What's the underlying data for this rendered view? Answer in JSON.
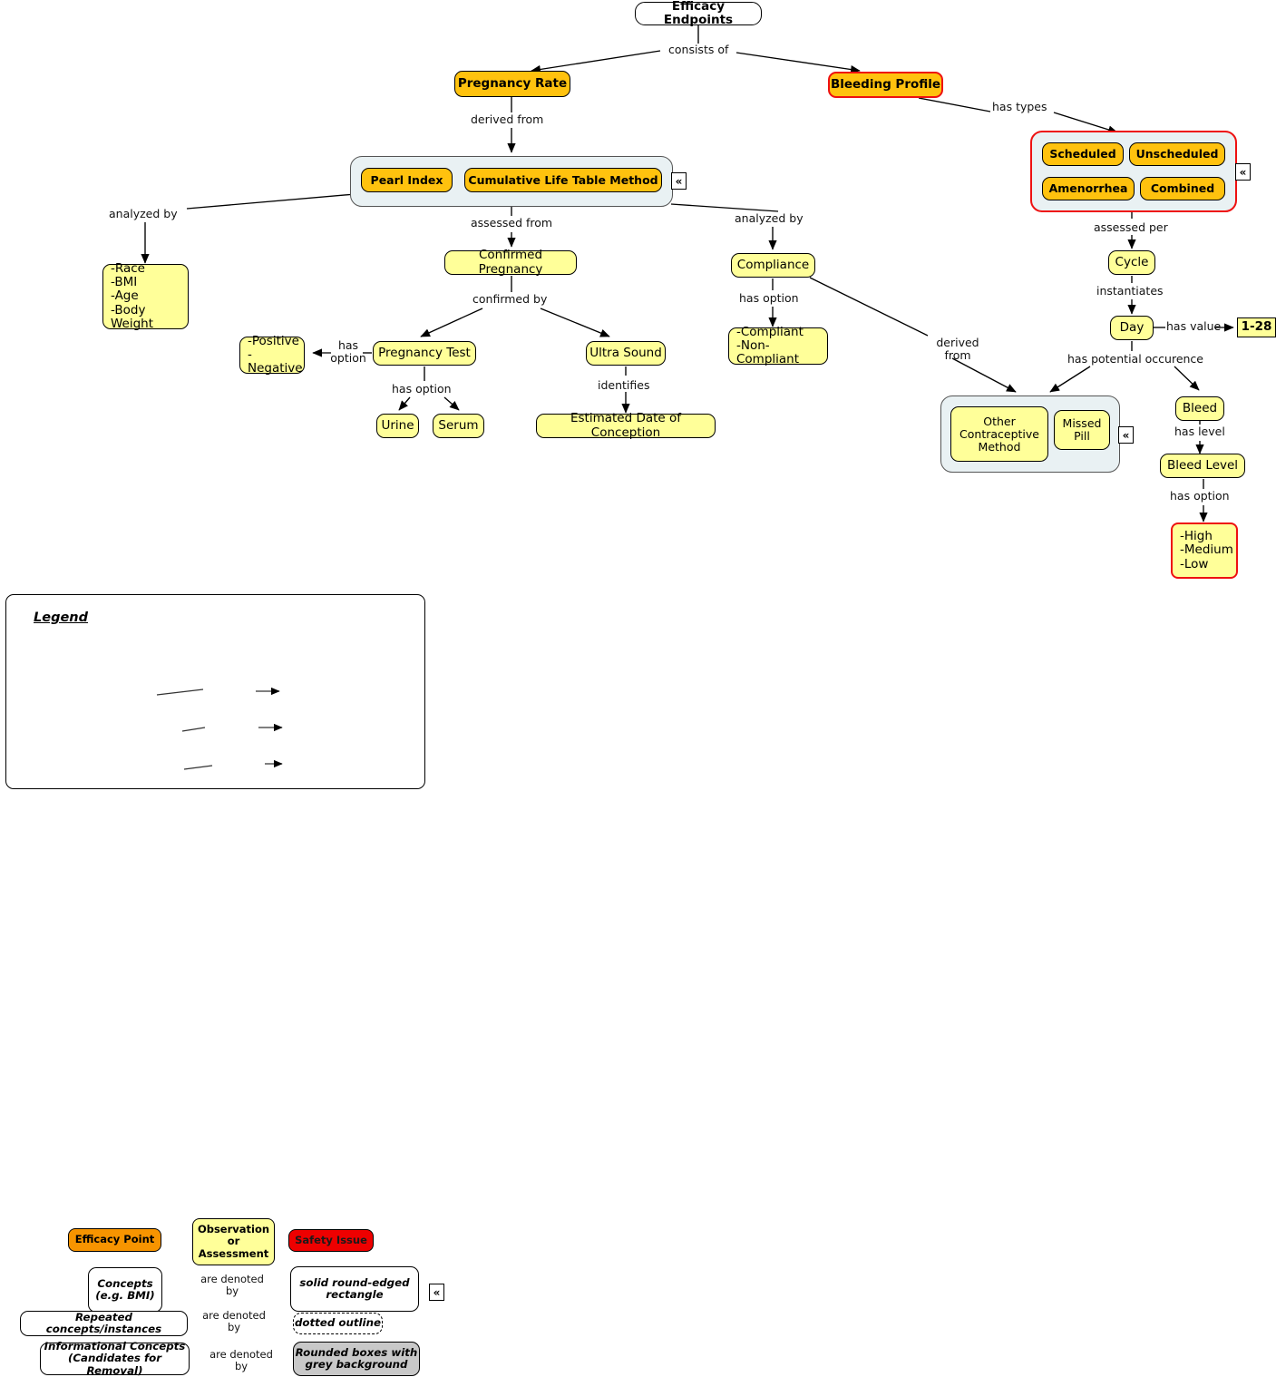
{
  "diagram": {
    "title": "Efficacy Endpoints",
    "type": "concept-map"
  },
  "nodes": {
    "root": {
      "label": "Efficacy Endpoints"
    },
    "pregnancy_rate": {
      "label": "Pregnancy Rate"
    },
    "bleeding_profile": {
      "label": "Bleeding Profile"
    },
    "pearl_index": {
      "label": "Pearl Index"
    },
    "cumulative_life_table": {
      "label": "Cumulative Life Table Method"
    },
    "demographics": {
      "label": "-Race\n-BMI\n-Age\n-Body Weight"
    },
    "confirmed_pregnancy": {
      "label": "Confirmed Pregnancy"
    },
    "pregnancy_test": {
      "label": "Pregnancy Test"
    },
    "test_result_options": {
      "label": "-Positive\n-Negative"
    },
    "urine": {
      "label": "Urine"
    },
    "serum": {
      "label": "Serum"
    },
    "ultra_sound": {
      "label": "Ultra Sound"
    },
    "estimated_date": {
      "label": "Estimated Date of Conception"
    },
    "compliance": {
      "label": "Compliance"
    },
    "compliance_options": {
      "label": "-Compliant\n-Non-Compliant"
    },
    "other_contraceptive_method": {
      "label": "Other\nContraceptive\nMethod"
    },
    "missed_pill": {
      "label": "Missed\nPill"
    },
    "scheduled": {
      "label": "Scheduled"
    },
    "unscheduled": {
      "label": "Unscheduled"
    },
    "amenorrhea": {
      "label": "Amenorrhea"
    },
    "combined": {
      "label": "Combined"
    },
    "cycle": {
      "label": "Cycle"
    },
    "day": {
      "label": "Day"
    },
    "day_value": {
      "label": "1-28"
    },
    "bleed": {
      "label": "Bleed"
    },
    "bleed_level": {
      "label": "Bleed Level"
    },
    "bleed_level_options": {
      "label": "-High\n-Medium\n-Low"
    }
  },
  "edge_labels": {
    "consists_of": "consists of",
    "derived_from_1": "derived from",
    "has_types": "has types",
    "analyzed_by_left": "analyzed by",
    "analyzed_by_right": "analyzed by",
    "assessed_from": "assessed from",
    "confirmed_by": "confirmed by",
    "has_option_test": "has\noption",
    "has_option_test2": "has option",
    "identifies": "identifies",
    "has_option_compliance": "has option",
    "derived_from_2": "derived\nfrom",
    "assessed_per": "assessed per",
    "instantiates": "instantiates",
    "has_value": "has value",
    "has_potential_occurence": "has potential occurence",
    "has_level": "has level",
    "has_option_bleed": "has option"
  },
  "group_badges": {
    "glyph": "«",
    "count": 4
  },
  "legend": {
    "title": "Legend",
    "swatches": [
      {
        "label": "Efficacy Point",
        "name": "efficacy-point"
      },
      {
        "label": "Observation\nor\nAssessment",
        "name": "observation-or-assessment"
      },
      {
        "label": "Safety Issue",
        "name": "safety-issue"
      }
    ],
    "rows": [
      {
        "source": "Concepts\n(e.g. BMI)",
        "relation": "are denoted\nby",
        "target": "solid round-edged\nrectangle"
      },
      {
        "source": "Repeated concepts/instances",
        "relation": "are denoted\nby",
        "target": "dotted outline"
      },
      {
        "source": "Informational Concepts\n(Candidates for Removal)",
        "relation": "are denoted\nby",
        "target": "Rounded boxes with\ngrey background"
      }
    ]
  },
  "colors": {
    "efficacy_point": "#F79400",
    "efficacy_node": "#FFC20E",
    "observation": "#FFFF99",
    "safety_issue": "#EE0000",
    "group_fill": "#E9F1F3",
    "group_border_red": "#EE1111",
    "group_border_grey": "#555555",
    "informational_grey": "#C8C8C8",
    "line": "#000000",
    "background": "#FFFFFF"
  }
}
